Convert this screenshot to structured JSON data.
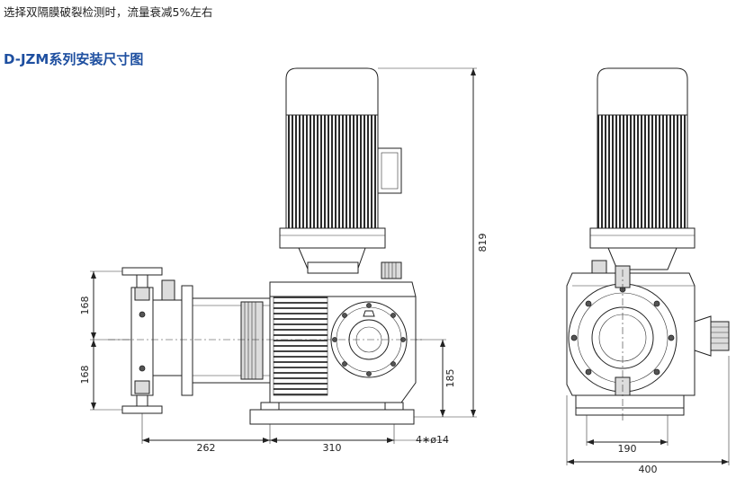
{
  "intro_text": "选择双隔膜破裂检测时，流量衰减5%左右",
  "section_title": "D-JZM系列安装尺寸图",
  "dimensions": {
    "height_total": "819",
    "height_upper": "168",
    "height_lower": "168",
    "shaft_height": "185",
    "length_left": "262",
    "length_base": "310",
    "bolt_holes": "4∗ø14",
    "width_inner": "190",
    "width_outer": "400"
  },
  "colors": {
    "title": "#1e4fa0",
    "line": "#222222"
  }
}
